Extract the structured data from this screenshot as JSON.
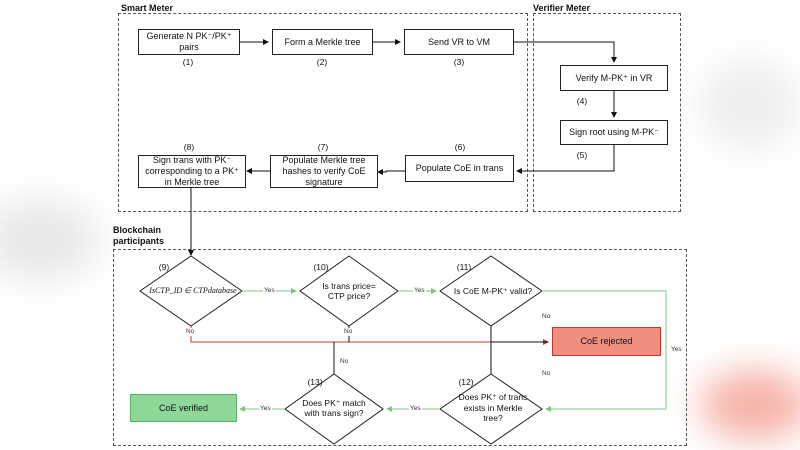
{
  "regions": {
    "smart_meter": "Smart Meter",
    "verifier_meter": "Verifier Meter",
    "blockchain": "Blockchain\nparticipants"
  },
  "steps": {
    "s1": {
      "label": "Generate N PK⁻/PK⁺ pairs",
      "num": "(1)"
    },
    "s2": {
      "label": "Form a Merkle tree",
      "num": "(2)"
    },
    "s3": {
      "label": "Send VR to VM",
      "num": "(3)"
    },
    "s4": {
      "label": "Verify M-PK⁺ in VR",
      "num": "(4)"
    },
    "s5": {
      "label": "Sign root using M-PK⁻",
      "num": "(5)"
    },
    "s6": {
      "label": "Populate CoE in trans",
      "num": "(6)"
    },
    "s7": {
      "label": "Populate Merkle tree hashes to verify CoE signature",
      "num": "(7)"
    },
    "s8": {
      "label": "Sign trans with PK⁻ corresponding to a PK⁺ in Merkle tree",
      "num": "(8)"
    }
  },
  "decisions": {
    "d9": {
      "label": "IsCTP_ID ∈ CTPdatabase",
      "num": "(9)"
    },
    "d10": {
      "label": "Is trans price= CTP price?",
      "num": "(10)"
    },
    "d11": {
      "label": "Is CoE M-PK⁺ valid?",
      "num": "(11)"
    },
    "d12": {
      "label": "Does PK⁺ of trans exists in Merkle tree?",
      "num": "(12)"
    },
    "d13": {
      "label": "Does PK⁺ match with trans sign?",
      "num": "(13)"
    }
  },
  "outcomes": {
    "rejected": "CoE rejected",
    "verified": "CoE verified"
  },
  "edge_labels": {
    "yes": "Yes",
    "no": "No"
  },
  "colors": {
    "rejected_fill": "#f08f80",
    "verified_fill": "#8ed99a",
    "no_line": "#c0392b",
    "yes_line": "#7ac97a"
  }
}
